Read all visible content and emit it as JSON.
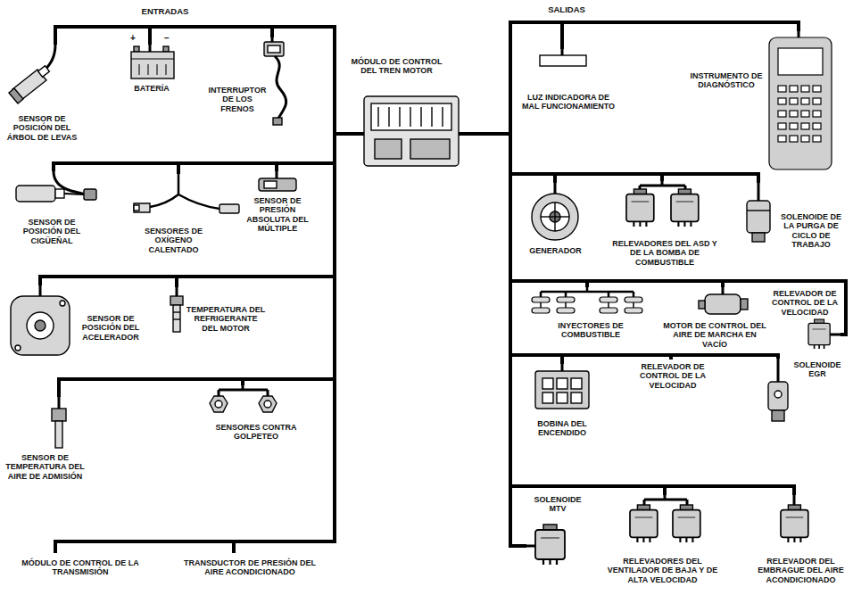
{
  "diagram": {
    "nodes": [
      {
        "text": [
          "SENSOR DE POSICIÓN DEL ÁRBOL DE LEVAS"
        ]
      },
      {
        "text": [
          "BATERÍA"
        ]
      },
      {
        "text": [
          "INTERRUPTOR DE LOS FRENOS"
        ]
      },
      {
        "text": [
          "MÓDULO DE CONTROL DEL TREN MOTOR"
        ]
      },
      {
        "text": [
          "SENSOR DE POSICIÓN DEL CIGÜEÑAL"
        ]
      },
      {
        "text": [
          "SENSORES DE OXÍGENO CALENTADO"
        ]
      },
      {
        "text": [
          "SENSOR DE PRESIÓN ABSOLUTA DEL MÚLTIPLE"
        ]
      },
      {
        "text": [
          "SENSOR DE POSICIÓN DEL ACELERADOR"
        ]
      },
      {
        "text": [
          "TEMPERATURA DEL REFRIGERANTE DEL MOTOR"
        ]
      },
      {
        "text": [
          "SENSORES CONTRA GOLPETEO"
        ]
      },
      {
        "text": [
          "SENSOR DE TEMPERATURA DEL AIRE DE ADMISIÓN"
        ]
      },
      {
        "text": [
          "MÓDULO DE CONTROL DE LA TRANSMISIÓN"
        ]
      },
      {
        "text": [
          "TRANSDUCTOR DE PRESIÓN DEL AIRE ACONDICIONADO"
        ]
      },
      {
        "text": [
          "LUZ INDICADORA DE MAL FUNCIONAMIENTO"
        ]
      },
      {
        "text": [
          "INSTRUMENTO DE DIAGNÓSTICO"
        ]
      },
      {
        "text": [
          "GENERADOR"
        ]
      },
      {
        "text": [
          "RELEVADORES DEL ASD Y DE LA BOMBA DE COMBUSTIBLE"
        ]
      },
      {
        "text": [
          "SOLENOIDE DE LA PURGA DE CICLO DE TRABAJO"
        ]
      },
      {
        "text": [
          "INYECTORES DE COMBUSTIBLE"
        ]
      },
      {
        "text": [
          "MOTOR DE CONTROL DEL AIRE DE MARCHA EN VACÍO"
        ]
      },
      {
        "text": [
          "RELEVADOR DE CONTROL DE LA VELOCIDAD"
        ]
      },
      {
        "text": [
          "BOBINA DEL ENCENDIDO"
        ]
      },
      {
        "text": [
          "RELEVADOR DE CONTROL DE LA VELOCIDAD"
        ]
      },
      {
        "text": [
          "SOLENOIDE EGR"
        ]
      },
      {
        "text": [
          "SOLENOIDE MTV"
        ]
      },
      {
        "text": [
          "RELEVADORES DEL VENTILADOR DE BAJA Y DE ALTA VELOCIDAD"
        ]
      },
      {
        "text": [
          "RELEVADOR DEL EMBRAGUE DEL AIRE ACONDICIONADO"
        ]
      }
    ],
    "edges": [
      {
        "from": 0,
        "to": 3,
        "arrow": "none"
      },
      {
        "from": 1,
        "to": 3,
        "arrow": "none"
      },
      {
        "from": 2,
        "to": 3,
        "arrow": "none"
      },
      {
        "from": 4,
        "to": 3,
        "arrow": "none"
      },
      {
        "from": 5,
        "to": 3,
        "arrow": "none"
      },
      {
        "from": 6,
        "to": 3,
        "arrow": "none"
      },
      {
        "from": 7,
        "to": 3,
        "arrow": "none"
      },
      {
        "from": 8,
        "to": 3,
        "arrow": "none"
      },
      {
        "from": 9,
        "to": 3,
        "arrow": "none"
      },
      {
        "from": 10,
        "to": 3,
        "arrow": "none"
      },
      {
        "from": 11,
        "to": 3,
        "arrow": "none"
      },
      {
        "from": 12,
        "to": 3,
        "arrow": "none"
      },
      {
        "from": 3,
        "to": 13,
        "arrow": "none"
      },
      {
        "from": 3,
        "to": 14,
        "arrow": "none"
      },
      {
        "from": 3,
        "to": 15,
        "arrow": "none"
      },
      {
        "from": 3,
        "to": 16,
        "arrow": "none"
      },
      {
        "from": 3,
        "to": 17,
        "arrow": "none"
      },
      {
        "from": 3,
        "to": 18,
        "arrow": "none"
      },
      {
        "from": 3,
        "to": 19,
        "arrow": "none"
      },
      {
        "from": 3,
        "to": 20,
        "arrow": "none"
      },
      {
        "from": 3,
        "to": 21,
        "arrow": "none"
      },
      {
        "from": 3,
        "to": 22,
        "arrow": "none"
      },
      {
        "from": 3,
        "to": 23,
        "arrow": "none"
      },
      {
        "from": 3,
        "to": 24,
        "arrow": "none"
      },
      {
        "from": 3,
        "to": 25,
        "arrow": "none"
      },
      {
        "from": 3,
        "to": 26,
        "arrow": "none"
      }
    ],
    "labels": [
      "ENTRADAS",
      "SALIDAS",
      "+",
      "−"
    ]
  }
}
